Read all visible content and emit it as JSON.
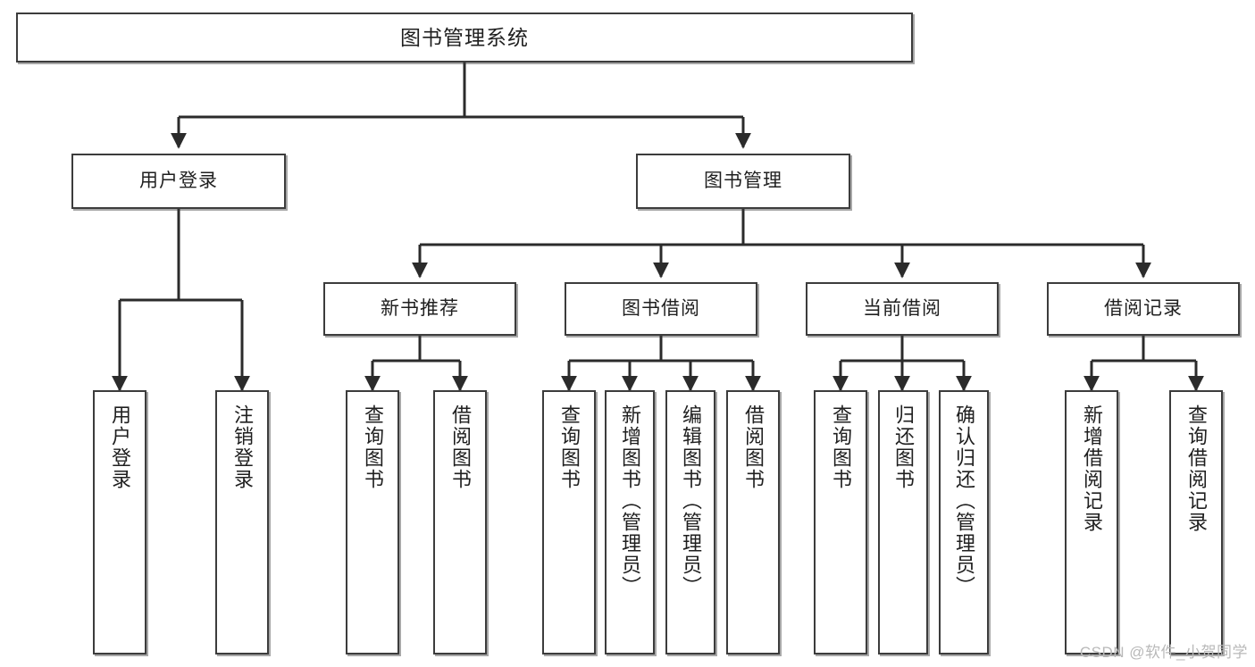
{
  "diagram": {
    "type": "tree-hierarchy",
    "title": "图书管理系统",
    "watermark": "CSDN @软件_小贺同学",
    "colors": {
      "box_border": "#3c3c3c",
      "box_fill": "#ffffff",
      "connector": "#2b2b2b",
      "text": "#1f1f1f",
      "watermark": "#b9b9b9",
      "background": "#ffffff"
    },
    "root": {
      "label": "图书管理系统"
    },
    "level2": [
      {
        "label": "用户登录"
      },
      {
        "label": "图书管理"
      }
    ],
    "level3": [
      {
        "label": "新书推荐"
      },
      {
        "label": "图书借阅"
      },
      {
        "label": "当前借阅"
      },
      {
        "label": "借阅记录"
      }
    ],
    "leaves": [
      {
        "label": "用户登录",
        "parent": "用户登录"
      },
      {
        "label": "注销登录",
        "parent": "用户登录"
      },
      {
        "label": "查询图书",
        "parent": "新书推荐"
      },
      {
        "label": "借阅图书",
        "parent": "新书推荐"
      },
      {
        "label": "查询图书",
        "parent": "图书借阅"
      },
      {
        "label": "新增图书（管理员）",
        "parent": "图书借阅"
      },
      {
        "label": "编辑图书（管理员）",
        "parent": "图书借阅"
      },
      {
        "label": "借阅图书",
        "parent": "图书借阅"
      },
      {
        "label": "查询图书",
        "parent": "当前借阅"
      },
      {
        "label": "归还图书",
        "parent": "当前借阅"
      },
      {
        "label": "确认归还（管理员）",
        "parent": "当前借阅"
      },
      {
        "label": "新增借阅记录",
        "parent": "借阅记录"
      },
      {
        "label": "查询借阅记录",
        "parent": "借阅记录"
      }
    ]
  }
}
